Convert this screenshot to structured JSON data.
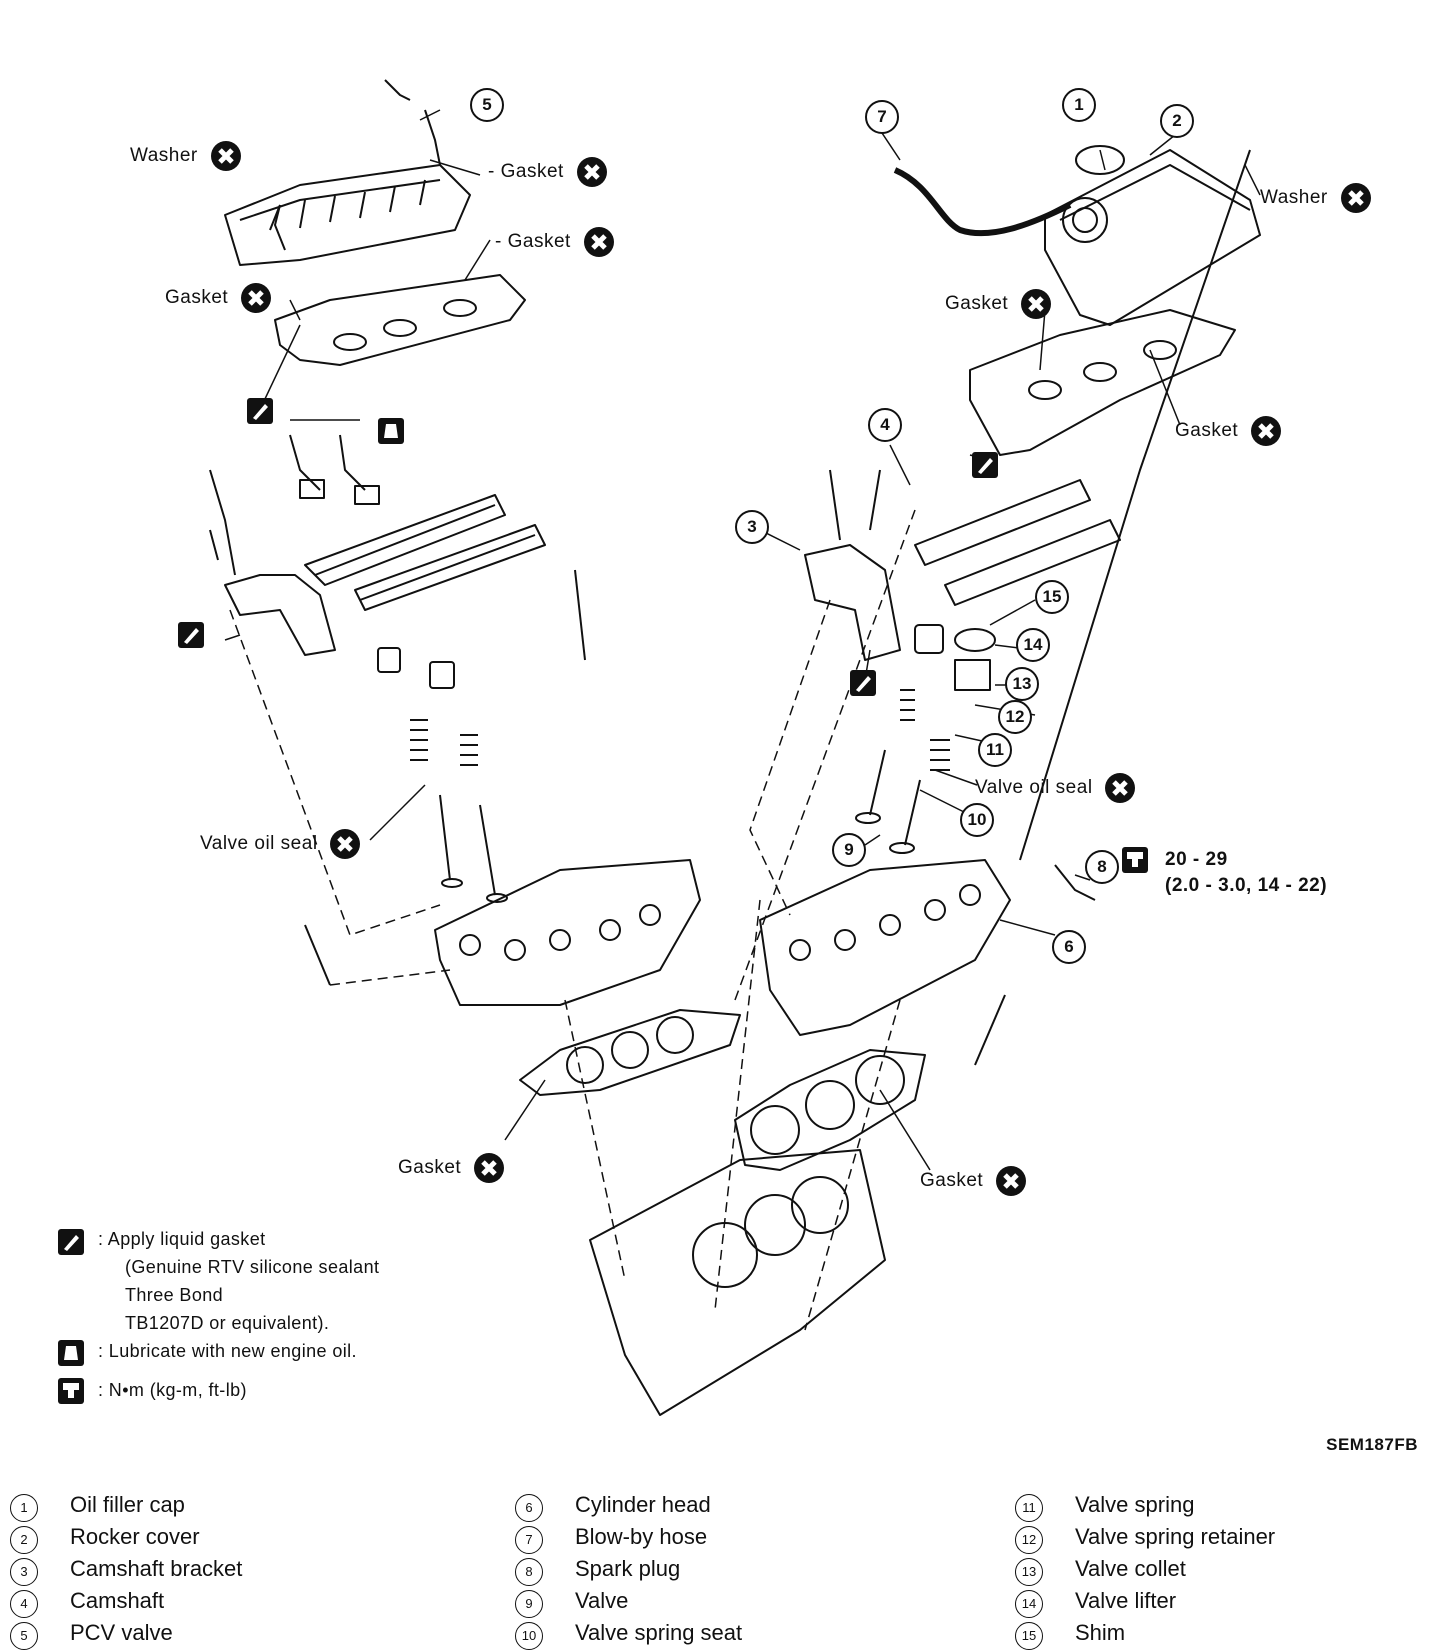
{
  "callouts": {
    "washer": "Washer",
    "gasket": "Gasket",
    "valve_oil_seal": "Valve oil seal"
  },
  "numbers": [
    "1",
    "2",
    "3",
    "4",
    "5",
    "6",
    "7",
    "8",
    "9",
    "10",
    "11",
    "12",
    "13",
    "14",
    "15"
  ],
  "torque": {
    "line1": "20 - 29",
    "line2": "(2.0 - 3.0, 14 - 22)"
  },
  "legend": {
    "liquid_gasket": ": Apply liquid gasket",
    "liquid_gasket_l2": "(Genuine RTV silicone sealant",
    "liquid_gasket_l3": "Three Bond",
    "liquid_gasket_l4": "TB1207D or equivalent).",
    "lubricate": ": Lubricate with new engine oil.",
    "torque_units": ": N•m (kg-m, ft-lb)"
  },
  "figure_code": "SEM187FB",
  "parts_list": {
    "col1": [
      {
        "n": "1",
        "name": "Oil filler cap"
      },
      {
        "n": "2",
        "name": "Rocker cover"
      },
      {
        "n": "3",
        "name": "Camshaft bracket"
      },
      {
        "n": "4",
        "name": "Camshaft"
      },
      {
        "n": "5",
        "name": "PCV valve"
      }
    ],
    "col2": [
      {
        "n": "6",
        "name": "Cylinder head"
      },
      {
        "n": "7",
        "name": "Blow-by hose"
      },
      {
        "n": "8",
        "name": "Spark plug"
      },
      {
        "n": "9",
        "name": "Valve"
      },
      {
        "n": "10",
        "name": "Valve spring seat"
      }
    ],
    "col3": [
      {
        "n": "11",
        "name": "Valve spring"
      },
      {
        "n": "12",
        "name": "Valve spring retainer"
      },
      {
        "n": "13",
        "name": "Valve collet"
      },
      {
        "n": "14",
        "name": "Valve lifter"
      },
      {
        "n": "15",
        "name": "Shim"
      }
    ]
  },
  "icons": {
    "no_reuse": "x-circle-icon",
    "liquid_gasket": "liquid-gasket-icon",
    "oil": "oil-can-icon",
    "torque": "torque-wrench-icon"
  }
}
